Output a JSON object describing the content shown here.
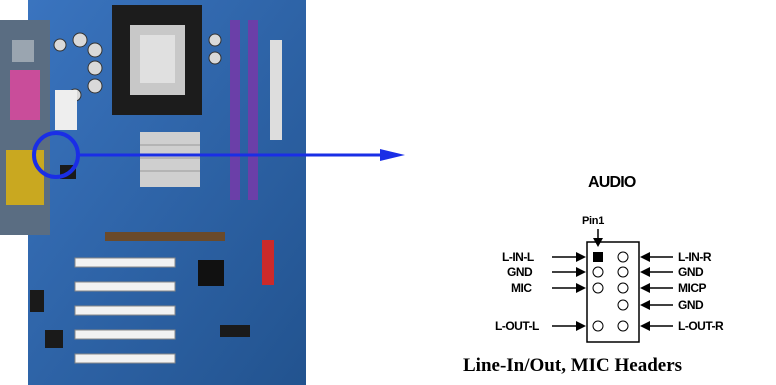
{
  "header_title": "AUDIO",
  "pin1_label": "Pin1",
  "caption": "Line-In/Out, MIC Headers",
  "left_labels": {
    "row1": "L-IN-L",
    "row2": "GND",
    "row3": "MIC",
    "row5": "L-OUT-L"
  },
  "right_labels": {
    "row1": "L-IN-R",
    "row2": "GND",
    "row3": "MICP",
    "row4": "GND",
    "row5": "L-OUT-R"
  },
  "colors": {
    "board": "#2a5fa8",
    "pointer": "#1a2ee6",
    "connector": "#000000"
  }
}
